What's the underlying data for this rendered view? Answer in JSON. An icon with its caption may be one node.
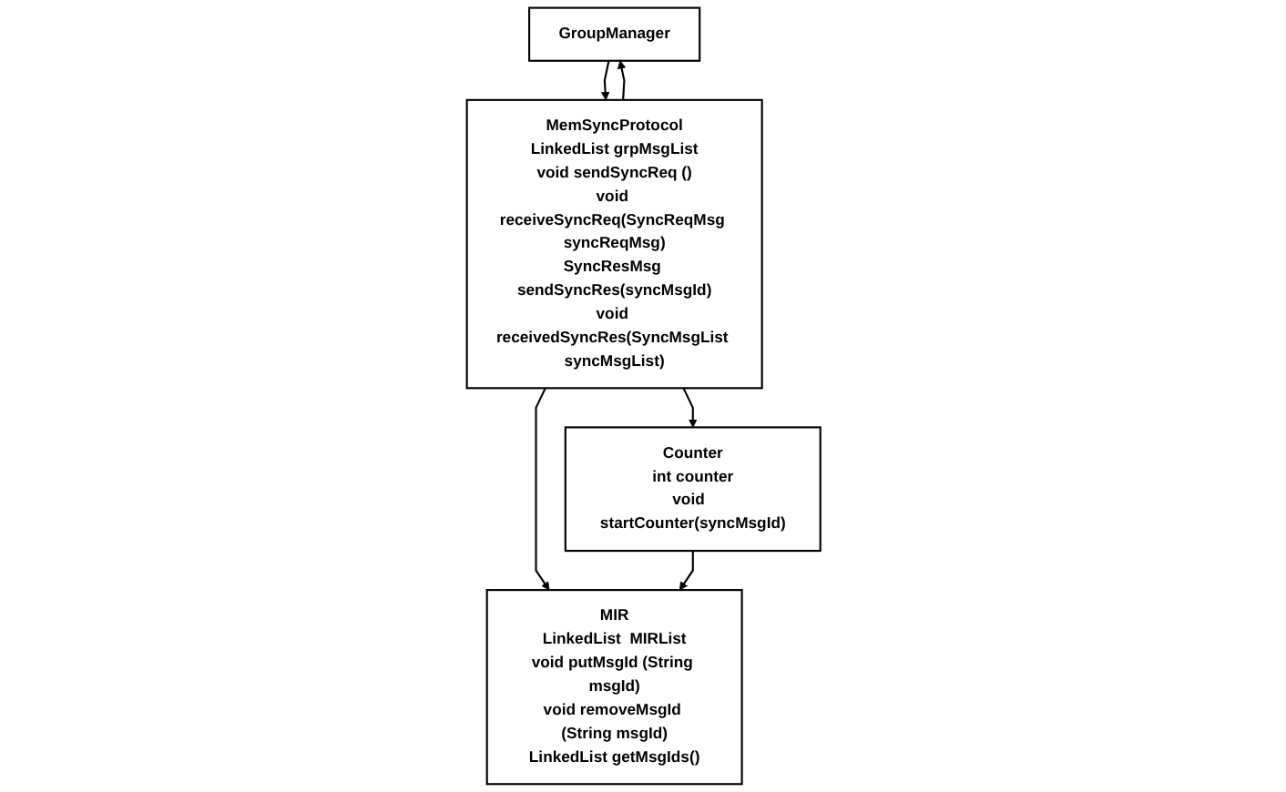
{
  "diagram": {
    "nodes": [
      {
        "text": [
          "GroupManager"
        ]
      },
      {
        "text": [
          "MemSyncProtocol",
          "LinkedList grpMsgList",
          "void sendSyncReq ()",
          "void receiveSyncReq(SyncReqMsg syncReqMsg)",
          "SyncResMsg sendSyncRes(syncMsgId)",
          "void receivedSyncRes(SyncMsgList syncMsgList)"
        ]
      },
      {
        "text": [
          "Counter",
          "int counter",
          "void  startCounter(syncMsgId)"
        ]
      },
      {
        "text": [
          "MIR",
          "LinkedList  MIRList",
          "void putMsgId (String msgId)",
          "void removeMsgId (String msgId)",
          "LinkedList getMsgIds()"
        ]
      }
    ],
    "edges": [
      {
        "from": 0,
        "to": 1,
        "arrow": "to"
      },
      {
        "from": 1,
        "to": 0,
        "arrow": "to"
      },
      {
        "from": 1,
        "to": 2,
        "arrow": "to"
      },
      {
        "from": 1,
        "to": 3,
        "arrow": "to"
      },
      {
        "from": 2,
        "to": 3,
        "arrow": "to"
      }
    ]
  }
}
